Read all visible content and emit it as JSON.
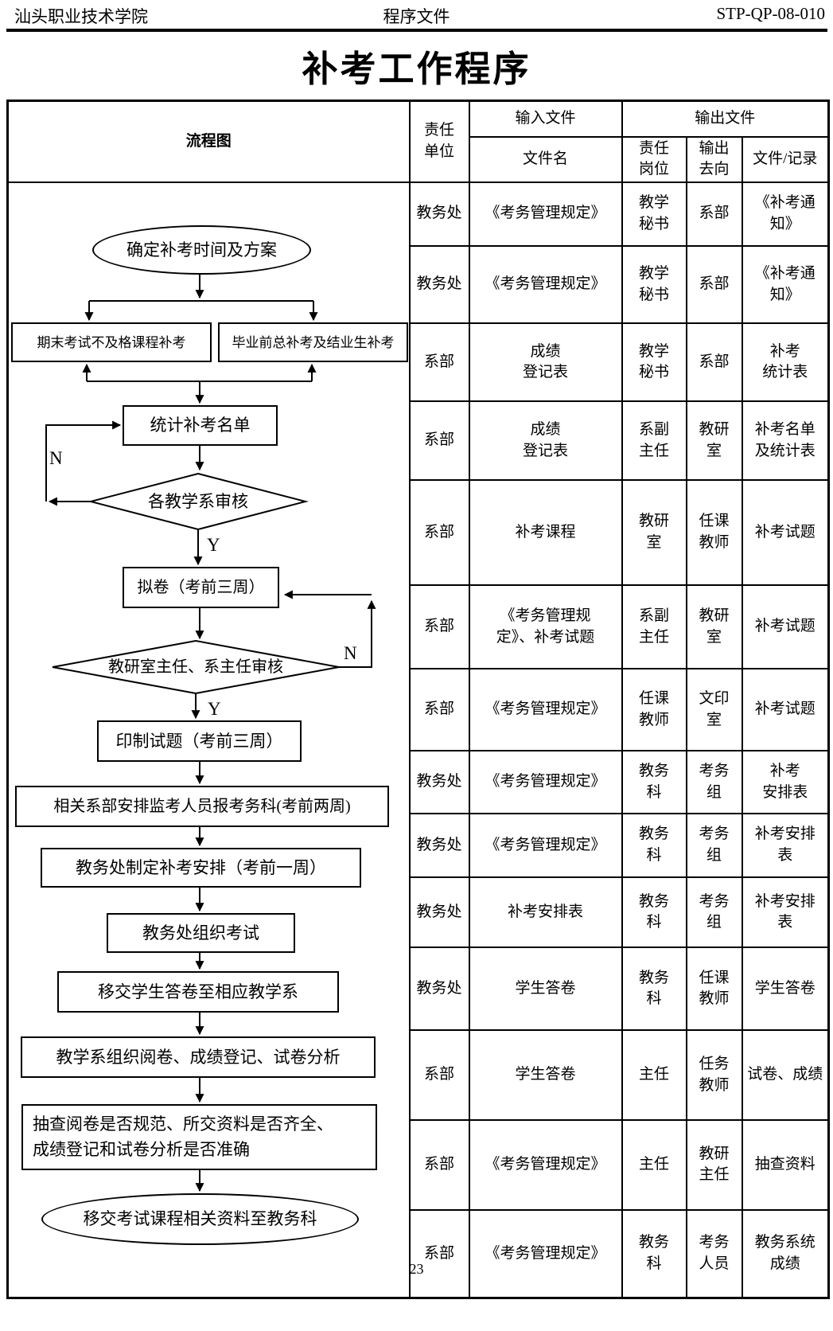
{
  "page_header": {
    "organization": "汕头职业技术学院",
    "document_type": "程序文件",
    "document_code": "STP-QP-08-010"
  },
  "title": "补考工作程序",
  "page_number": "23",
  "table": {
    "headers": {
      "flowchart": "流程图",
      "responsible_unit": "责任\n单位",
      "input_files": "输入文件",
      "file_name": "文件名",
      "output_files": "输出文件",
      "responsible_post": "责任\n岗位",
      "output_destination": "输出\n去向",
      "file_record": "文件/记录"
    },
    "rows": [
      {
        "unit": "教务处",
        "input": "《考务管理规定》",
        "post": "教学\n秘书",
        "dest": "系部",
        "record": "《补考通\n知》"
      },
      {
        "unit": "教务处",
        "input": "《考务管理规定》",
        "post": "教学\n秘书",
        "dest": "系部",
        "record": "《补考通\n知》"
      },
      {
        "unit": "系部",
        "input": "成绩\n登记表",
        "post": "教学\n秘书",
        "dest": "系部",
        "record": "补考\n统计表"
      },
      {
        "unit": "系部",
        "input": "成绩\n登记表",
        "post": "系副\n主任",
        "dest": "教研\n室",
        "record": "补考名单\n及统计表"
      },
      {
        "unit": "系部",
        "input": "补考课程",
        "post": "教研\n室",
        "dest": "任课\n教师",
        "record": "补考试题"
      },
      {
        "unit": "系部",
        "input": "《考务管理规\n定》、补考试题",
        "post": "系副\n主任",
        "dest": "教研\n室",
        "record": "补考试题"
      },
      {
        "unit": "系部",
        "input": "《考务管理规定》",
        "post": "任课\n教师",
        "dest": "文印\n室",
        "record": "补考试题"
      },
      {
        "unit": "教务处",
        "input": "《考务管理规定》",
        "post": "教务\n科",
        "dest": "考务\n组",
        "record": "补考\n安排表"
      },
      {
        "unit": "教务处",
        "input": "《考务管理规定》",
        "post": "教务\n科",
        "dest": "考务\n组",
        "record": "补考安排\n表"
      },
      {
        "unit": "教务处",
        "input": "补考安排表",
        "post": "教务\n科",
        "dest": "考务\n组",
        "record": "补考安排\n表"
      },
      {
        "unit": "教务处",
        "input": "学生答卷",
        "post": "教务\n科",
        "dest": "任课\n教师",
        "record": "学生答卷"
      },
      {
        "unit": "系部",
        "input": "学生答卷",
        "post": "主任",
        "dest": "任务\n教师",
        "record": "试卷、成绩"
      },
      {
        "unit": "系部",
        "input": "《考务管理规定》",
        "post": "主任",
        "dest": "教研\n主任",
        "record": "抽查资料"
      },
      {
        "unit": "系部",
        "input": "《考务管理规定》",
        "post": "教务\n科",
        "dest": "考务\n人员",
        "record": "教务系统\n成绩"
      }
    ]
  },
  "flowchart": {
    "nodes": {
      "start": "确定补考时间及方案",
      "branch_left": "期末考试不及格课程补考",
      "branch_right": "毕业前总补考及结业生补考",
      "collect": "统计补考名单",
      "review1": "各教学系审核",
      "draft": "拟卷（考前三周）",
      "review2": "教研室主任、系主任审核",
      "print": "印制试题（考前三周）",
      "invigilators": "相关系部安排监考人员报考务科(考前两周)",
      "schedule": "教务处制定补考安排（考前一周）",
      "organize": "教务处组织考试",
      "transfer_papers": "移交学生答卷至相应教学系",
      "marking": "教学系组织阅卷、成绩登记、试卷分析",
      "spot_check": "抽查阅卷是否规范、所交资料是否齐全、\n成绩登记和试卷分析是否准确",
      "end": "移交考试课程相关资料至教务科"
    },
    "yes_label": "Y",
    "no_label": "N"
  }
}
